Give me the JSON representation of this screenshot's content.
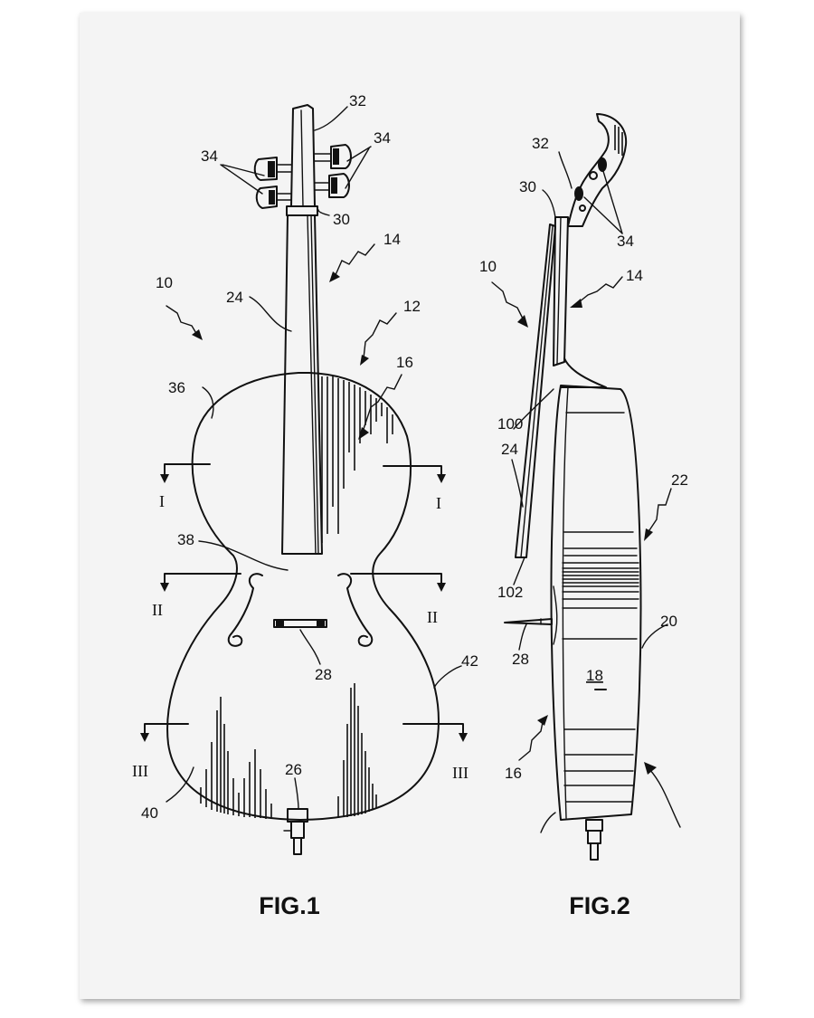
{
  "figures": [
    {
      "caption": "FIG.1"
    },
    {
      "caption": "FIG.2"
    }
  ],
  "fig1_labels": [
    "32",
    "34",
    "34",
    "30",
    "14",
    "10",
    "24",
    "12",
    "36",
    "16",
    "I",
    "I",
    "38",
    "II",
    "II",
    "28",
    "42",
    "III",
    "III",
    "26",
    "40"
  ],
  "fig2_labels": [
    "32",
    "30",
    "34",
    "10",
    "14",
    "100",
    "24",
    "22",
    "102",
    "20",
    "28",
    "18",
    "16"
  ],
  "colors": {
    "paper": "#f4f4f4",
    "ink": "#111111"
  }
}
